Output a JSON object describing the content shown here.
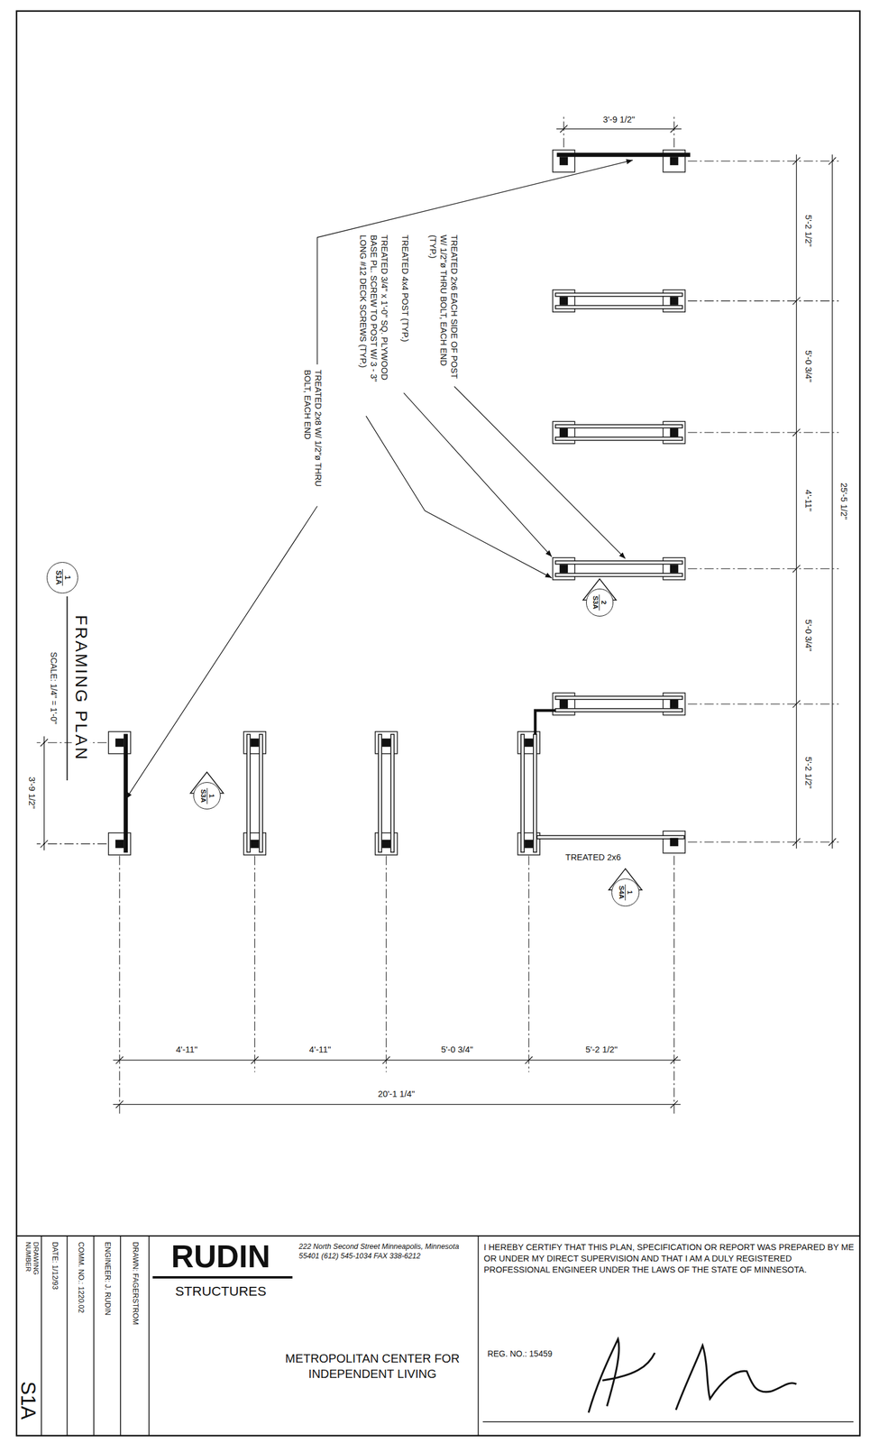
{
  "diagram": {
    "title": "FRAMING PLAN",
    "nodes": [
      {
        "text": [
          "2",
          "S3A"
        ]
      },
      {
        "text": [
          "1",
          "S3A"
        ]
      },
      {
        "text": [
          "1",
          "S4A"
        ]
      },
      {
        "text": [
          "1",
          "S1A"
        ]
      }
    ],
    "labels": [
      "3'-9 1/2\"",
      "5'-2 1/2\"",
      "5'-0 3/4\"",
      "4'-11\"",
      "5'-0 3/4\"",
      "5'-2 1/2\"",
      "25'-5 1/2\"",
      "TREATED 2x6 EACH SIDE OF POST W/ 1/2\"ø THRU BOLT, EACH END (TYP.)",
      "TREATED 4x4 POST (TYP.)",
      "TREATED 3/4\" x 1'-0\" SQ. PLYWOOD BASE PL. SCREW TO POST W/ 3 - 3\" LONG #12 DECK SCREWS (TYP.)",
      "TREATED 2x8 W/ 1/2\"ø THRU BOLT, EACH END",
      "TREATED 2x6",
      "3'-9 1/2\"",
      "4'-11\"",
      "4'-11\"",
      "5'-0 3/4\"",
      "5'-2 1/2\"",
      "20'-1 1/4\"",
      "SCALE: 1/4\" = 1'-0\"",
      "DRAWING NUMBER",
      "S1A",
      "DATE: 1/12/93",
      "COMM. NO.: 1220.02",
      "ENGINEER: J. RUDIN",
      "DRAWN: FAGERSTROM",
      "RUDIN",
      "STRUCTURES",
      "222 North Second Street Minneapolis, Minnesota 55401 (612) 545-1034 FAX 338-6212",
      "METROPOLITAN CENTER FOR INDEPENDENT LIVING",
      "I HEREBY CERTIFY THAT THIS PLAN, SPECIFICATION OR REPORT WAS PREPARED BY ME OR UNDER MY DIRECT SUPERVISION AND THAT I AM A DULY REGISTERED PROFESSIONAL ENGINEER UNDER THE LAWS OF THE STATE OF MINNESOTA.",
      "REG. NO.: 15459"
    ]
  }
}
